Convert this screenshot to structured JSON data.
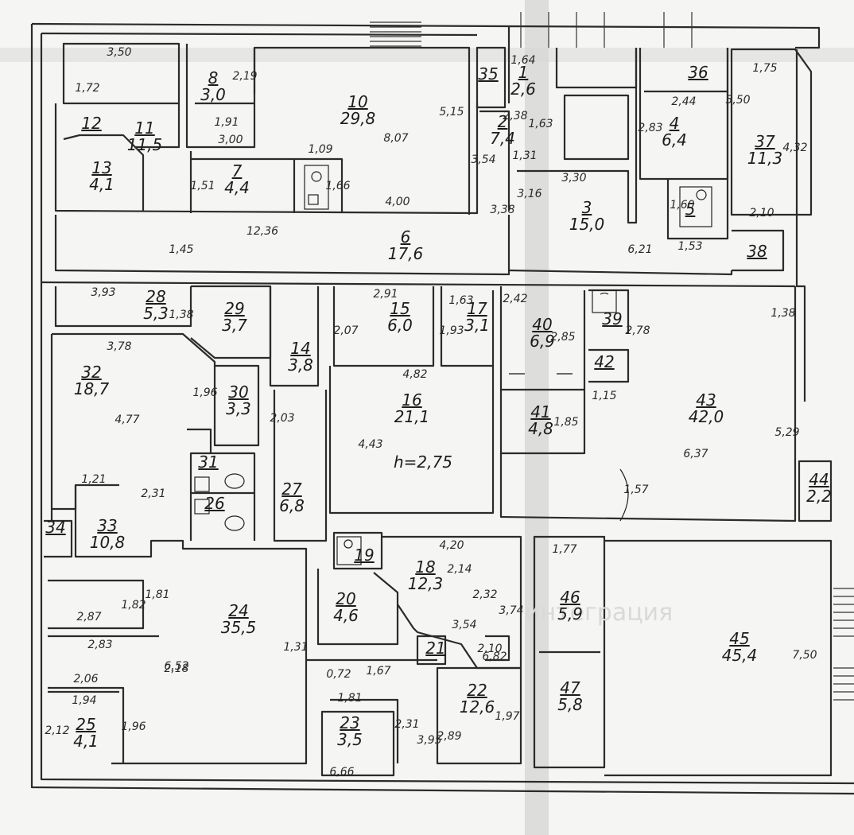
{
  "watermark": "интеграция",
  "height_note": "h=2,75",
  "rooms": [
    {
      "no": "1",
      "area": "2,6"
    },
    {
      "no": "3",
      "area": "15,0"
    },
    {
      "no": "4",
      "area": "6,4"
    },
    {
      "no": "5",
      "area": ""
    },
    {
      "no": "6",
      "area": "17,6"
    },
    {
      "no": "7",
      "area": "4,4"
    },
    {
      "no": "8",
      "area": "3,0"
    },
    {
      "no": "10",
      "area": "29,8"
    },
    {
      "no": "11",
      "area": "11,5"
    },
    {
      "no": "12",
      "area": ""
    },
    {
      "no": "13",
      "area": "4,1"
    },
    {
      "no": "14",
      "area": "3,8"
    },
    {
      "no": "15",
      "area": "6,0"
    },
    {
      "no": "16",
      "area": "21,1"
    },
    {
      "no": "17",
      "area": "3,1"
    },
    {
      "no": "18",
      "area": "12,3"
    },
    {
      "no": "19",
      "area": ""
    },
    {
      "no": "20",
      "area": "4,6"
    },
    {
      "no": "21",
      "area": ""
    },
    {
      "no": "22",
      "area": "12,6"
    },
    {
      "no": "23",
      "area": "3,5"
    },
    {
      "no": "24",
      "area": "35,5"
    },
    {
      "no": "25",
      "area": "4,1"
    },
    {
      "no": "26",
      "area": ""
    },
    {
      "no": "27",
      "area": "6,8"
    },
    {
      "no": "28",
      "area": "5,3"
    },
    {
      "no": "29",
      "area": "3,7"
    },
    {
      "no": "30",
      "area": "3,3"
    },
    {
      "no": "31",
      "area": ""
    },
    {
      "no": "32",
      "area": "18,7"
    },
    {
      "no": "33",
      "area": "10,8"
    },
    {
      "no": "34",
      "area": ""
    },
    {
      "no": "35",
      "area": ""
    },
    {
      "no": "36",
      "area": ""
    },
    {
      "no": "37",
      "area": "11,3"
    },
    {
      "no": "38",
      "area": ""
    },
    {
      "no": "39",
      "area": ""
    },
    {
      "no": "40",
      "area": "6,9"
    },
    {
      "no": "41",
      "area": "4,8"
    },
    {
      "no": "42",
      "area": ""
    },
    {
      "no": "43",
      "area": "42,0"
    },
    {
      "no": "44",
      "area": "2,2"
    },
    {
      "no": "45",
      "area": "45,4"
    },
    {
      "no": "46",
      "area": "5,9"
    },
    {
      "no": "47",
      "area": "5,8"
    },
    {
      "no": "2",
      "area": "7,4"
    }
  ],
  "dims": [
    "3,50",
    "1,72",
    "2,19",
    "1,91",
    "3,00",
    "8,07",
    "5,15",
    "1,09",
    "1,51",
    "1,66",
    "4,00",
    "12,36",
    "1,45",
    "1,64",
    "2,38",
    "1,63",
    "3,54",
    "1,31",
    "3,30",
    "3,38",
    "3,16",
    "2,44",
    "2,83",
    "1,60",
    "1,75",
    "5,50",
    "4,32",
    "2,10",
    "6,21",
    "1,53",
    "3,93",
    "1,38",
    "3,78",
    "2,91",
    "2,07",
    "1,63",
    "1,93",
    "2,42",
    "2,85",
    "2,78",
    "1,38",
    "4,82",
    "1,96",
    "4,77",
    "2,03",
    "4,43",
    "1,15",
    "1,85",
    "6,37",
    "5,29",
    "1,57",
    "2,31",
    "1,21",
    "4,20",
    "2,14",
    "2,32",
    "1,77",
    "1,82",
    "1,81",
    "3,54",
    "3,74",
    "2,87",
    "2,83",
    "6,52",
    "1,31",
    "0,72",
    "1,67",
    "2,10",
    "6,82",
    "7,50",
    "2,18",
    "2,06",
    "1,94",
    "1,81",
    "2,31",
    "3,95",
    "2,89",
    "1,97",
    "2,12",
    "1,96",
    "6,66"
  ]
}
